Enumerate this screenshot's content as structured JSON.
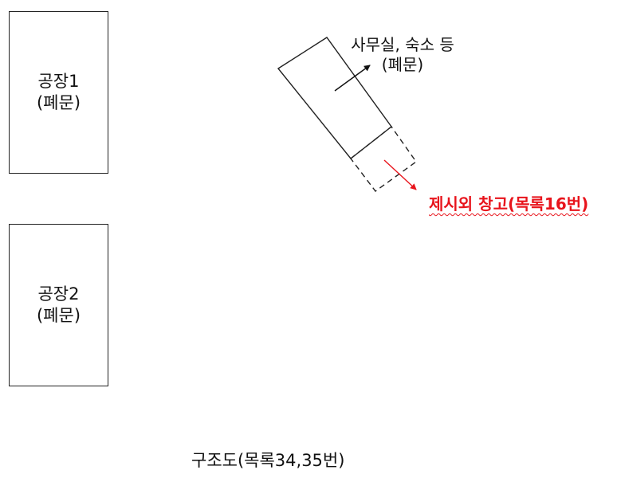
{
  "factory1": {
    "name": "공장1",
    "status": "(폐문)"
  },
  "factory2": {
    "name": "공장2",
    "status": "(폐문)"
  },
  "office": {
    "line1": "사무실, 숙소 등",
    "line2": "(폐문)"
  },
  "warehouse": {
    "label": "제시외 창고(목록16번)",
    "color": "#e8141c"
  },
  "caption": "구조도(목록34,35번)"
}
